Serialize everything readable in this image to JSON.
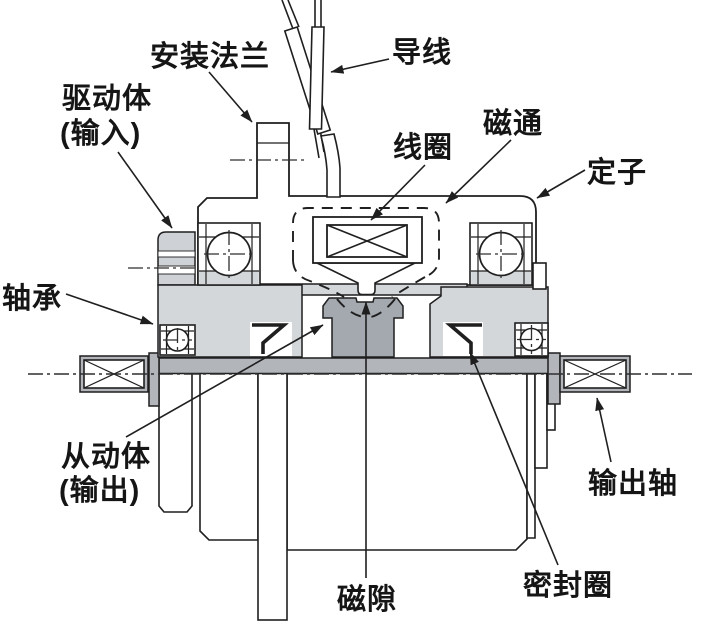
{
  "diagram": {
    "kind": "electromagnetic-clutch-cross-section",
    "labels": {
      "mounting_flange": "安装法兰",
      "lead_wire": "导线",
      "driver_line1": "驱动体",
      "driver_line2": "(输入)",
      "coil": "线圈",
      "magnetic_flux": "磁通",
      "stator": "定子",
      "bearing": "轴承",
      "driven_line1": "从动体",
      "driven_line2": "(输出)",
      "magnetic_gap": "磁隙",
      "seal_ring": "密封圈",
      "output_shaft": "输出轴"
    },
    "colors": {
      "line": "#1f1f1f",
      "light_gray": "#d4d7da",
      "mid_gray": "#b2b6bb",
      "dark_gray": "#a4a9af",
      "background": "#ffffff"
    }
  }
}
